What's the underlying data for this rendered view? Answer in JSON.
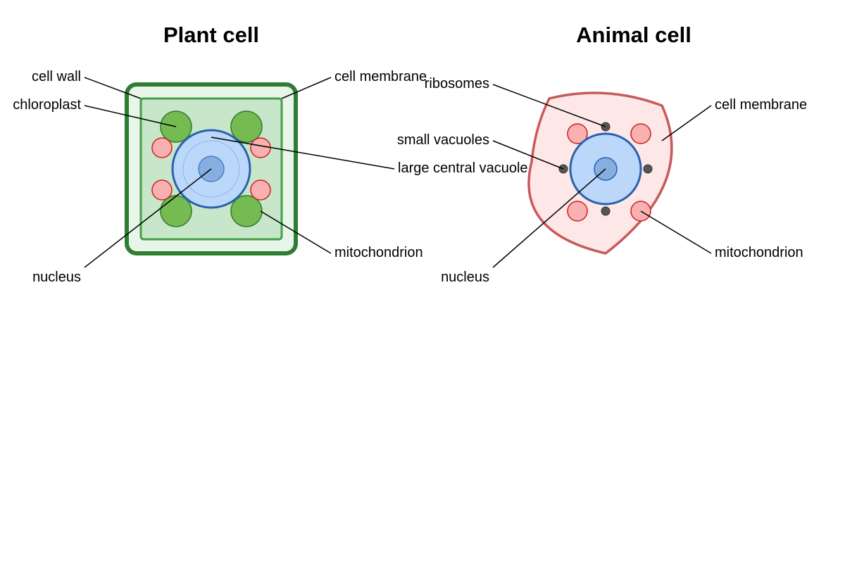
{
  "plant": {
    "title": "Plant cell",
    "labels": {
      "cell_wall": "cell wall",
      "chloroplast": "chloroplast",
      "cell_membrane": "cell membrane",
      "large_central_vacuole": "large central vacuole",
      "mitochondrion": "mitochondrion",
      "nucleus": "nucleus"
    }
  },
  "animal": {
    "title": "Animal cell",
    "labels": {
      "ribosomes": "ribosomes",
      "cell_membrane": "cell membrane",
      "small_vacuoles": "small vacuoles",
      "mitochondrion": "mitochondrion",
      "nucleus": "nucleus"
    }
  },
  "colors": {
    "cell_wall": "#2e7d32",
    "plant_fill": "#e8f5e9",
    "plant_membrane": "#43a047",
    "plant_cytoplasm": "#c8e6c9",
    "chloroplast": "#76bb52",
    "mitochondrion_fill": "#f8b0b0",
    "mitochondrion_stroke": "#cc1f1f",
    "vacuole_fill": "#bbd8fb",
    "vacuole_stroke": "#2961ad",
    "nucleus_fill": "#86aee0",
    "animal_membrane": "#c85a5a",
    "animal_fill": "#fde7e7",
    "ribosome": "#555555"
  }
}
